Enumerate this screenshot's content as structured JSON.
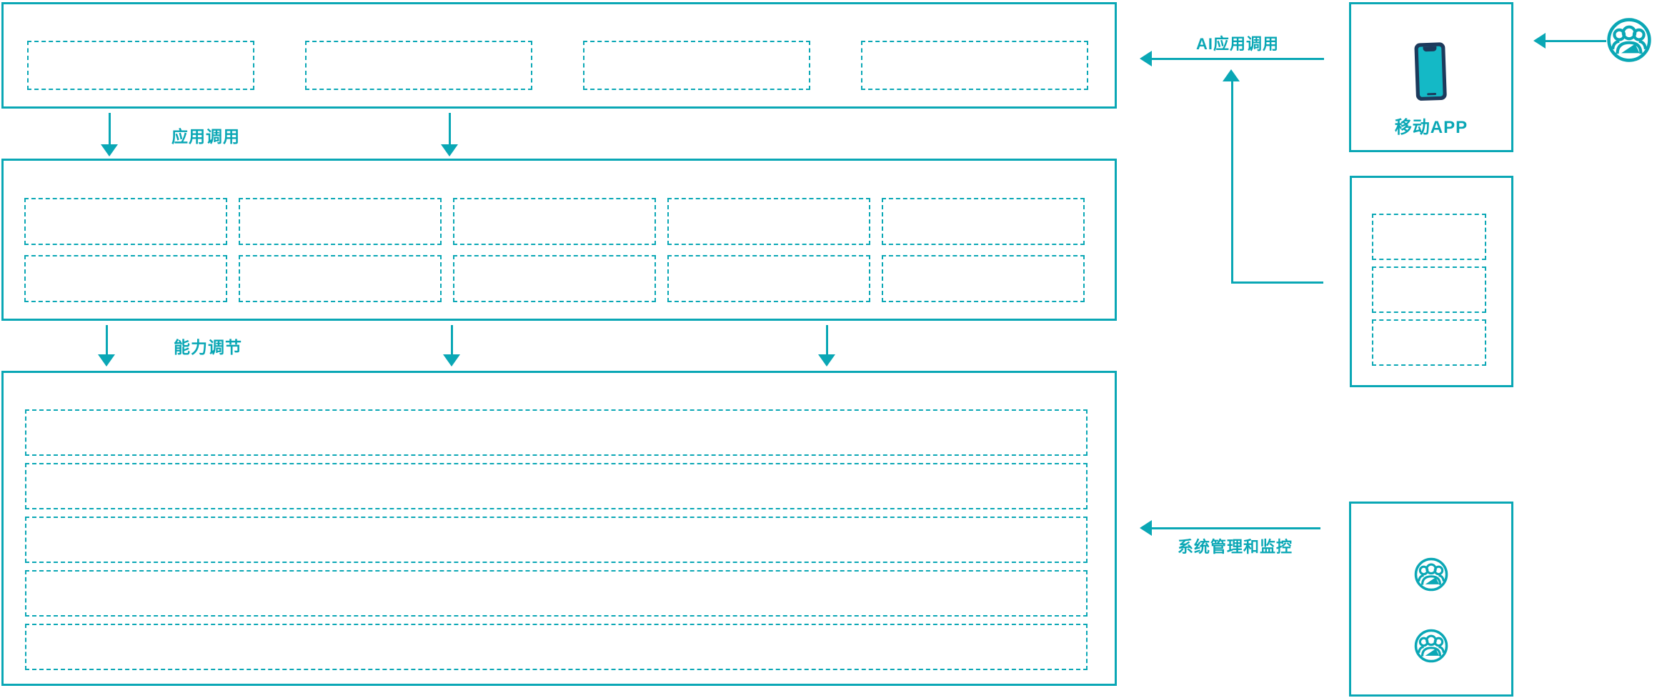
{
  "diagram": {
    "edge_labels": {
      "app_call": "应用调用",
      "capability_tune": "能力调节",
      "ai_app_call": "AI应用调用",
      "system_monitor": "系统管理和监控"
    },
    "mobile_app": {
      "label": "移动APP",
      "icon": "smartphone-icon"
    },
    "layers": {
      "top_placeholder_count": 4,
      "middle_grid_rows": 2,
      "middle_grid_cols": 5,
      "bottom_row_count": 5,
      "right_middle_placeholder_count": 3,
      "operator_icon_count": 2
    },
    "icons": {
      "user_group": "user-group-icon",
      "smartphone": "smartphone-icon"
    },
    "colors": {
      "line_teal": "#0aa7b5",
      "phone_screen_teal": "#14b9c6",
      "phone_navy": "#1d3a5c"
    }
  }
}
